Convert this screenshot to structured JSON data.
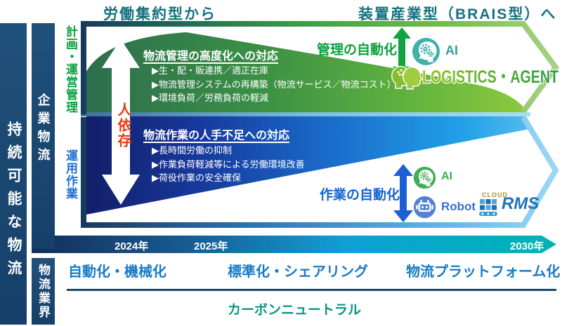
{
  "header": {
    "from_label": "労働集約型から",
    "to_label": "装置産業型（BRAIS型）へ"
  },
  "sidebar": {
    "sustainable_logistics": "持続可能な物流",
    "corporate_logistics": "企業物流",
    "logistics_industry": "物流業界"
  },
  "row_labels": {
    "planning": "計画・運営管理",
    "operation": "運用作業",
    "human_dependence": "人依存"
  },
  "management_section": {
    "heading": "物流管理の高度化への対応",
    "bullets": [
      "▶生・配・販連携／適正在庫",
      "▶物流管理システムの再構築（物流サービス／物流コスト）",
      "▶環境負荷／労務負荷の軽減"
    ],
    "automation_label": "管理の自動化",
    "ai_label": "AI",
    "logo_text": "LOGISTICS・AGENT"
  },
  "work_section": {
    "heading": "物流作業の人手不足への対応",
    "bullets": [
      "▶長時間労働の抑制",
      "▶作業負荷軽減等による労働環境改善",
      "▶荷役作業の安全確保"
    ],
    "automation_label": "作業の自動化",
    "ai_label": "AI",
    "robot_label": "Robot",
    "logo_cloud": "CLOUD",
    "logo_rms": "RMS"
  },
  "timeline": {
    "years": [
      "2024年",
      "2025年",
      "2030年"
    ]
  },
  "industry_row": {
    "items": [
      "自動化・機械化",
      "標準化・シェアリング",
      "物流プラットフォーム化"
    ],
    "carbon_neutral": "カーボンニュートラル"
  },
  "colors": {
    "navy_bar": "#1b4871",
    "teal_heading": "#15717e",
    "green_accent": "#0ca13d",
    "blue_accent": "#1464d2",
    "red_accent": "#e8390e",
    "industry_blue": "#187ac6",
    "carbon_teal": "#0d9485",
    "timeline_start": "#142d58",
    "timeline_end": "#01b4b3"
  }
}
